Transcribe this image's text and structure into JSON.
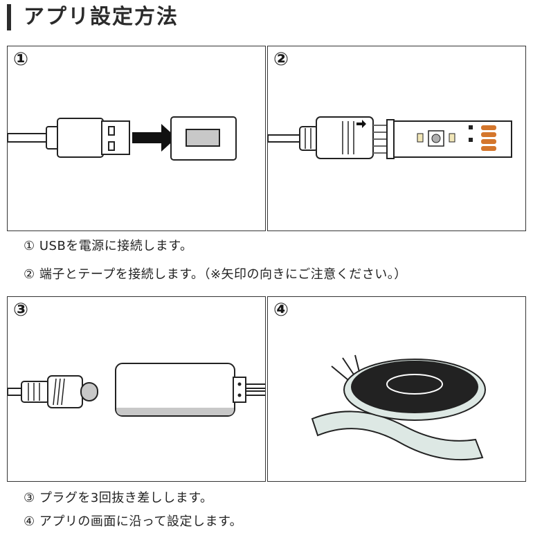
{
  "header": {
    "title": "アプリ設定方法"
  },
  "steps": [
    {
      "number": "①",
      "caption": "① USBを電源に接続します。"
    },
    {
      "number": "②",
      "caption": "② 端子とテープを接続します。（※矢印の向きにご注意ください。）"
    },
    {
      "number": "③",
      "caption": "③ プラグを3回抜き差しします。"
    },
    {
      "number": "④",
      "caption": "④ アプリの画面に沿って設定します。"
    }
  ],
  "colors": {
    "ink": "#1a1a1a",
    "accent_orange": "#d4762c",
    "gray_fill": "#c8c8c8",
    "tape_fill": "#dde8e4"
  }
}
